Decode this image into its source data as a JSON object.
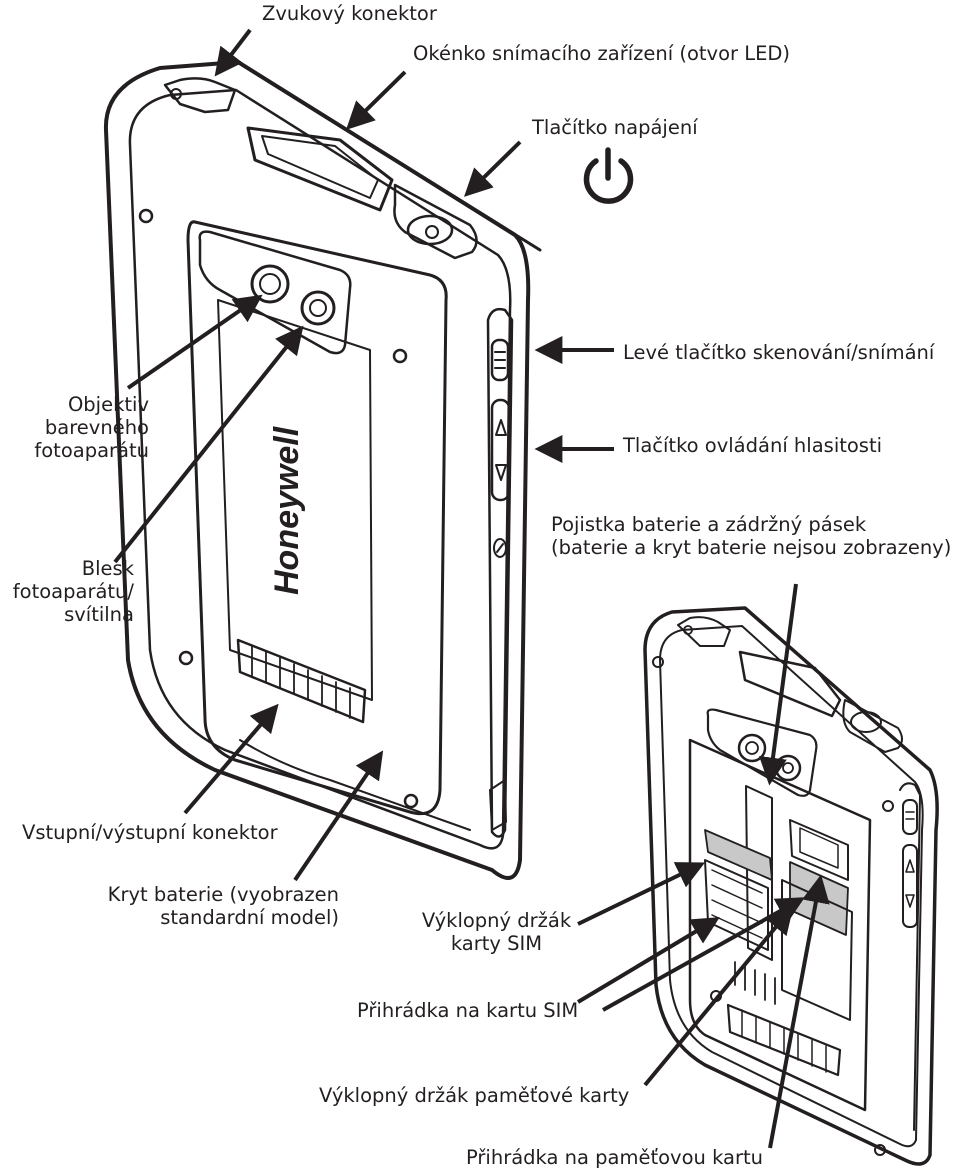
{
  "brand_text": "Honeywell",
  "labels": {
    "audio_connector": "Zvukový konektor",
    "imager_window": "Okénko snímacího zařízení (otvor LED)",
    "power_button": "Tlačítko napájení",
    "left_scan_button": "Levé tlačítko skenování/snímání",
    "camera_lens": [
      "Objektiv",
      "barevného",
      "fotoaparátu"
    ],
    "volume_button": "Tlačítko ovládání hlasitosti",
    "flash": [
      "Blesk",
      "fotoaparátu/",
      "svítilna"
    ],
    "battery_latch": [
      "Pojistka baterie a zádržný pásek",
      "(baterie a kryt baterie nejsou zobrazeny)"
    ],
    "io_connector": "Vstupní/výstupní konektor",
    "battery_cover": [
      "Kryt baterie (vyobrazen",
      "standardní model)"
    ],
    "sim_holder": [
      "Výklopný držák",
      "karty SIM"
    ],
    "sim_slot": "Přihrádka na kartu SIM",
    "memory_card_holder": "Výklopný držák paměťové karty",
    "memory_card_slot": "Přihrádka na paměťovou kartu"
  },
  "icons": {
    "power_symbol": "power-icon",
    "arrow": "arrow-icon"
  },
  "colors": {
    "line": "#231f20",
    "background": "#ffffff",
    "gray_fill": "#c8c8c8"
  }
}
